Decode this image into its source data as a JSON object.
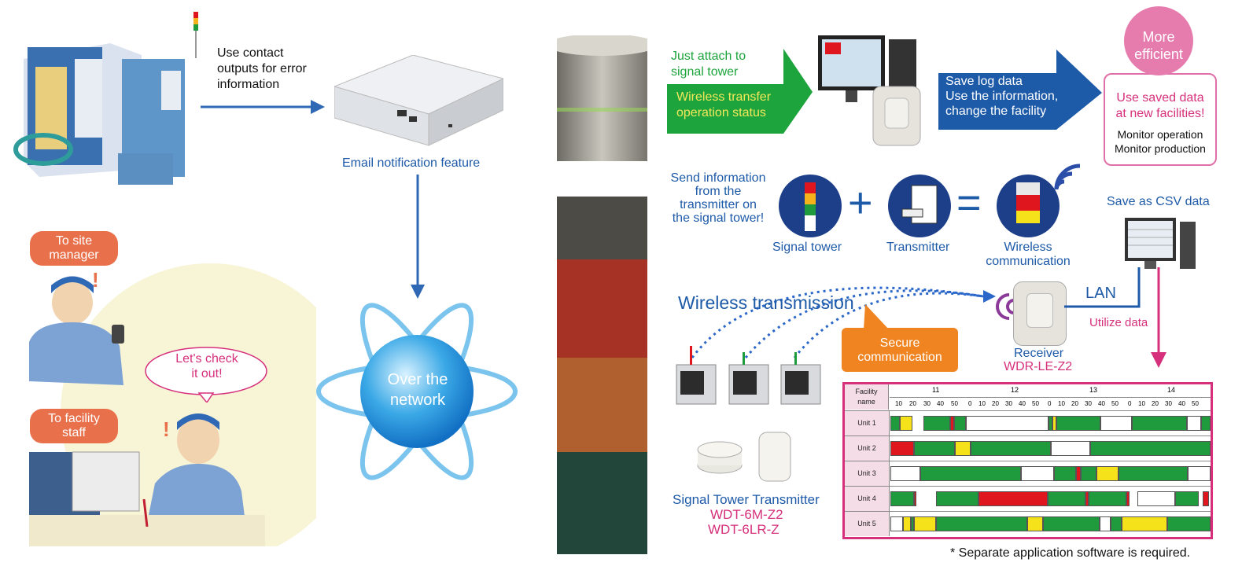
{
  "left": {
    "contact_text": [
      "Use contact",
      "outputs for error",
      "information"
    ],
    "email_label": "Email notification feature",
    "network_label": [
      "Over the",
      "network"
    ],
    "site_manager": [
      "To site",
      "manager"
    ],
    "facility_staff": [
      "To facility",
      "staff"
    ],
    "speech": [
      "Let's check",
      "it out!"
    ]
  },
  "right": {
    "attach": [
      "Just attach to",
      "signal tower"
    ],
    "wireless_transfer": [
      "Wireless transfer",
      "operation status"
    ],
    "save_log": [
      "Save log data",
      "Use the information,",
      "change the facility"
    ],
    "more_efficient": [
      "More",
      "efficient"
    ],
    "use_saved": [
      "Use saved data",
      "at new facilities!"
    ],
    "monitor": [
      "Monitor operation",
      "Monitor production"
    ],
    "send_info": [
      "Send information",
      "from the",
      "transmitter on",
      "the signal tower!"
    ],
    "signal_tower": "Signal tower",
    "transmitter": "Transmitter",
    "wireless_comm": [
      "Wireless",
      "communication"
    ],
    "save_csv": "Save as CSV data",
    "wireless_transmission": "Wireless transmission",
    "lan": "LAN",
    "utilize": "Utilize data",
    "secure": [
      "Secure",
      "communication"
    ],
    "receiver": "Receiver",
    "receiver_model": "WDR-LE-Z2",
    "sig_tx": "Signal Tower Transmitter",
    "model1": "WDT-6M-Z2",
    "model2": "WDT-6LR-Z",
    "footnote": "* Separate application software is required."
  },
  "table": {
    "header_name": [
      "Facility",
      "name"
    ],
    "hours": [
      "11",
      "12",
      "13",
      "14"
    ],
    "minutes": [
      "10",
      "20",
      "30",
      "40",
      "50",
      "0",
      "10",
      "20",
      "30",
      "40",
      "50",
      "0",
      "10",
      "20",
      "30",
      "40",
      "50",
      "0",
      "10",
      "20",
      "30",
      "40",
      "50"
    ],
    "units": [
      "Unit 1",
      "Unit 2",
      "Unit 3",
      "Unit 4",
      "Unit 5"
    ]
  },
  "colors": {
    "brand_blue": "#1d5aa8",
    "magenta": "#d6307c",
    "orange": "#e8704a",
    "green": "#1f9a3c"
  }
}
